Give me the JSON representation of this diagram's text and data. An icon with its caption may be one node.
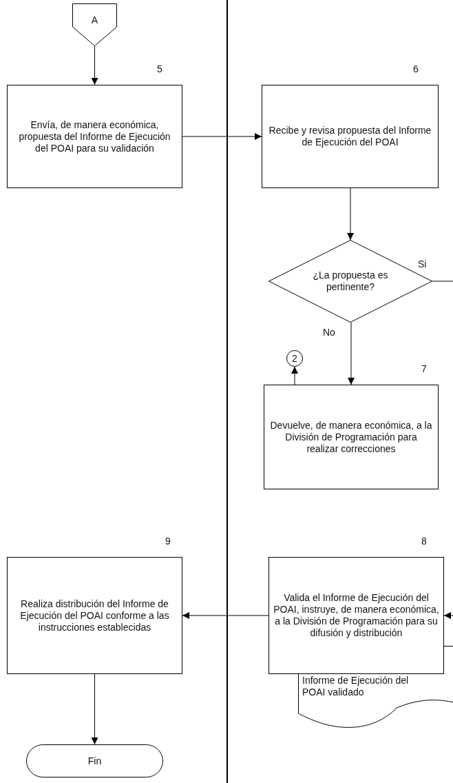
{
  "diagram": {
    "nodes": [
      {
        "text": [
          "A"
        ]
      },
      {
        "text": [
          "Envía, de manera económica, propuesta del Informe de Ejecución del POAI para su validación"
        ],
        "beside": [
          "5"
        ]
      },
      {
        "text": [
          "Recibe y revisa propuesta del Informe de Ejecución del POAI"
        ],
        "beside": [
          "6"
        ]
      },
      {
        "text": [
          "¿La propuesta es pertinente?"
        ]
      },
      {
        "text": [
          "2"
        ]
      },
      {
        "text": [
          "Devuelve, de manera económica, a la División  de Programación para realizar correcciones"
        ],
        "beside": [
          "7"
        ]
      },
      {
        "text": [
          "Valida el Informe de Ejecución del POAI, instruye, de manera económica, a la División de Programación para su difusión y distribución"
        ],
        "beside": [
          "8"
        ]
      },
      {
        "text": [
          "Informe de Ejecución del POAI validado"
        ]
      },
      {
        "text": [
          "Realiza distribución del Informe de Ejecución del POAI conforme a las instrucciones establecidas"
        ],
        "beside": [
          "9"
        ]
      },
      {
        "text": [
          "Fin"
        ]
      }
    ],
    "edges": [
      {
        "from": 0,
        "to": 1,
        "arrow": "to"
      },
      {
        "from": 1,
        "to": 2,
        "arrow": "to"
      },
      {
        "from": 2,
        "to": 3,
        "arrow": "to"
      },
      {
        "from": 3,
        "to": null,
        "arrow": "none",
        "label": "Si"
      },
      {
        "from": 3,
        "to": 5,
        "arrow": "to",
        "label": "No"
      },
      {
        "from": 5,
        "to": 4,
        "arrow": "to"
      },
      {
        "from": null,
        "to": 6,
        "arrow": "to"
      },
      {
        "from": 6,
        "to": 8,
        "arrow": "to"
      },
      {
        "from": 8,
        "to": 9,
        "arrow": "to"
      }
    ]
  }
}
